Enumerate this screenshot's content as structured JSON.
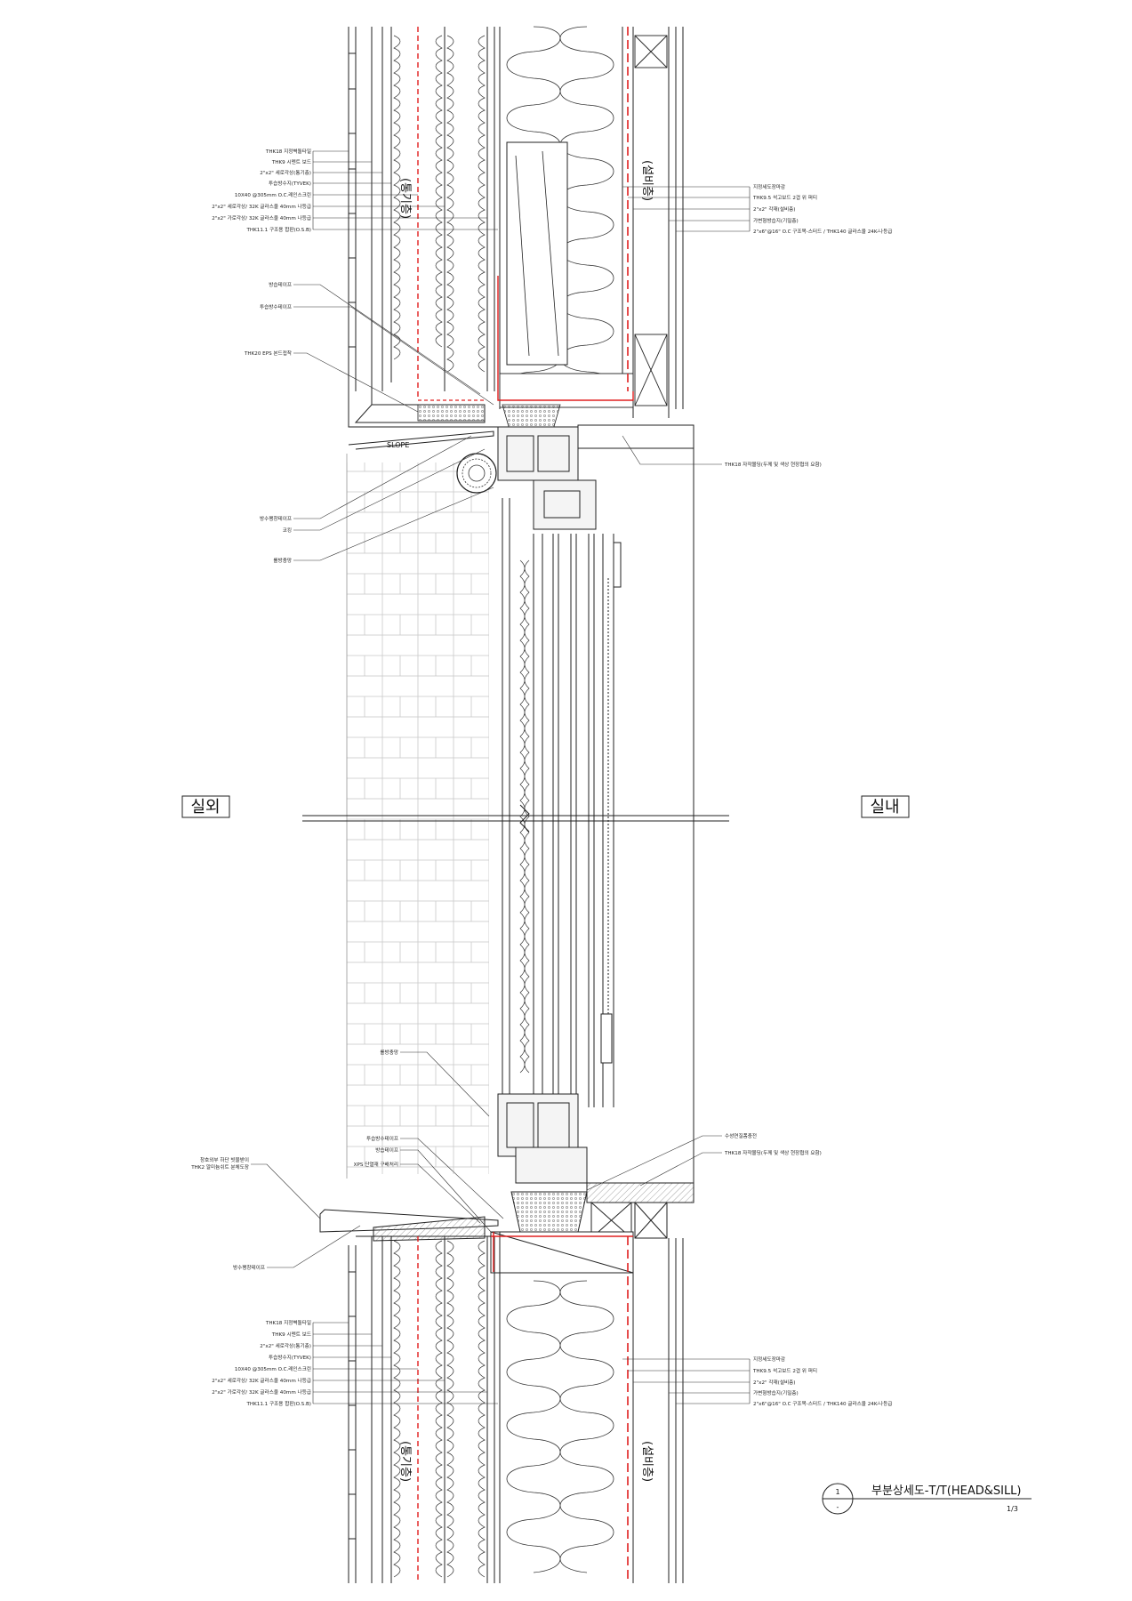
{
  "zones": {
    "exterior": "실외",
    "interior": "실내",
    "vent_layer": "(통기층)",
    "service_layer": "(설비층)"
  },
  "slope_label": "SLOPE",
  "head_left_notes": [
    "THK18 지정벽돌타일",
    "THK9 시멘트 보드",
    "2\"x2\" 세로각상(통기층)",
    "투습방수지(TYVEK)",
    "10X40 @305mm O.C.레인스크린",
    "2\"x2\" 세로각상/ 32K 글라스울 40mm 나등급",
    "2\"x2\" 가로각상/ 32K 글라스울 40mm 나등급",
    "THK11.1 구조용 합판(O.S.B)"
  ],
  "head_right_notes": [
    "지정세도장마감",
    "THK9.5 석고보드 2겹 위 퍼티",
    "2\"x2\" 각재(설비층)",
    "가변형방습지(기밀층)",
    "2\"x6\"@16\" O.C 구조목-스터드 / THK140 글라스울 24K-나등급"
  ],
  "head_callouts": [
    "방습테이프",
    "투습방수테이프",
    "THK20 EPS 본드접착"
  ],
  "head_sill_note": "THK18 자작몰딩(두께 및 색상 현장협의 요함)",
  "roller_callouts": [
    "방수팽창테이프",
    "코킹",
    "롤방충망"
  ],
  "sill_callouts": {
    "roller": "롤방충망",
    "tape1": "투습방수테이프",
    "tape2": "방습테이프",
    "xps": "XPS 단열재 구배처리",
    "flash_1": "창호외부 하단 빗물받이",
    "flash_2": "THK2 알미늄쉬트 분체도장",
    "expand": "방수팽창테이프",
    "foam": "수성연질폼충전",
    "mold": "THK18 자작몰딩(두께 및 색상 현장협의 요함)"
  },
  "sill_left_notes": [
    "THK18 지정벽돌타일",
    "THK9 시멘트 보드",
    "2\"x2\" 세로각상(통기층)",
    "투습방수지(TYVEK)",
    "10X40 @305mm O.C.레인스크린",
    "2\"x2\" 세로각상/ 32K 글라스울 40mm 나등급",
    "2\"x2\" 가로각상/ 32K 글라스울 40mm 나등급",
    "THK11.1 구조용 합판(O.S.B)"
  ],
  "sill_right_notes": [
    "지정세도장마감",
    "THK9.5 석고보드 2겹 위 퍼티",
    "2\"x2\" 각재(설비층)",
    "가변형방습지(기밀층)",
    "2\"x6\"@16\" O.C 구조목-스터드 / THK140 글라스울 24K-나등급"
  ],
  "title_block": {
    "number": "1",
    "sub": "-",
    "title": "부분상세도-T/T(HEAD&SILL)",
    "scale": "1/3"
  },
  "colors": {
    "line": "#222222",
    "membrane": "#e02020",
    "grid": "#bdbdbd"
  }
}
